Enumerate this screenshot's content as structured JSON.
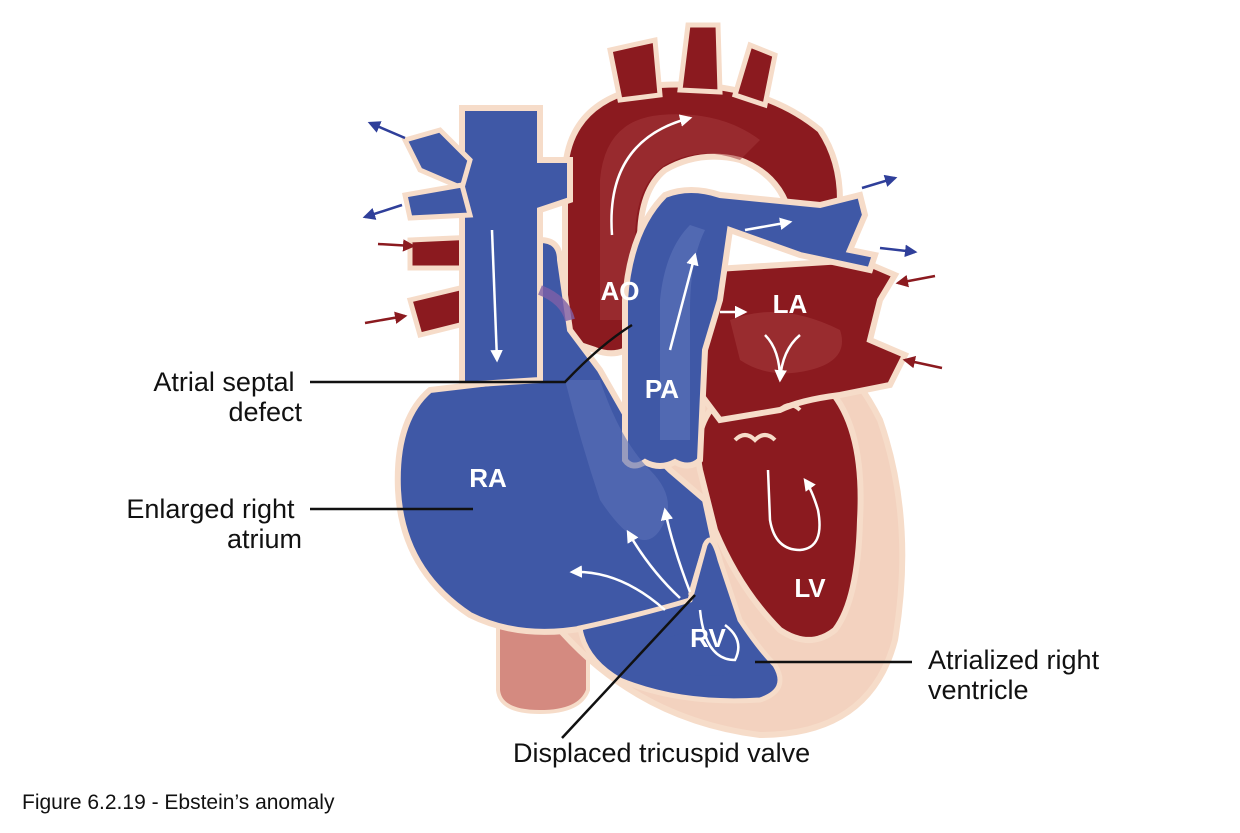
{
  "caption": "Figure 6.2.19 - Ebstein’s anomaly",
  "chambers": {
    "ao": "AO",
    "la": "LA",
    "pa": "PA",
    "ra": "RA",
    "lv": "LV",
    "rv": "RV"
  },
  "labels": {
    "atrial_septal_defect": [
      "Atrial septal",
      "defect"
    ],
    "enlarged_right_atrium": [
      "Enlarged right",
      "atrium"
    ],
    "atrialized_right_ventricle": [
      "Atrialized right",
      "ventricle"
    ],
    "displaced_tricuspid_valve": "Displaced tricuspid valve"
  },
  "colors": {
    "oxygenated": "#8b1a1f",
    "deoxygenated": "#3f58a6",
    "tissue": "#f3d2bf",
    "outline": "#f6dcc9",
    "lower_vessel": "#d48a80"
  }
}
